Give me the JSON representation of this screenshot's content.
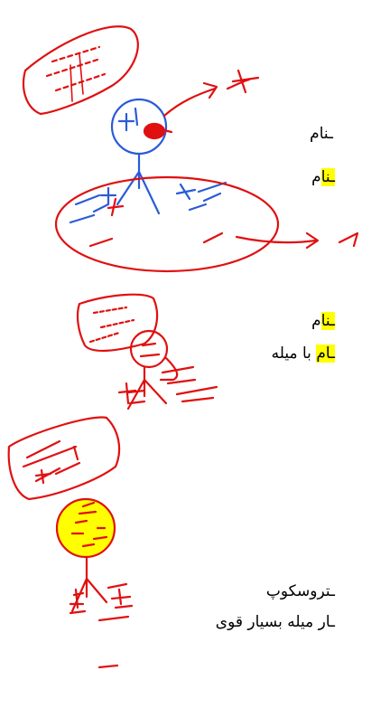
{
  "texts": {
    "t1": "ـنام",
    "t2_hl": "ـنا",
    "t2_rest": "م",
    "t3_hl": "ـنا",
    "t3_rest": "م",
    "t4_hl": "ـام",
    "t4_rest": " با میله",
    "t5": "ـتروسکوپ",
    "t6": "ـار میله بسیار قوی"
  },
  "colors": {
    "pen_red": "#e01010",
    "pen_blue": "#2a5bd7",
    "highlight": "#ffff00"
  }
}
